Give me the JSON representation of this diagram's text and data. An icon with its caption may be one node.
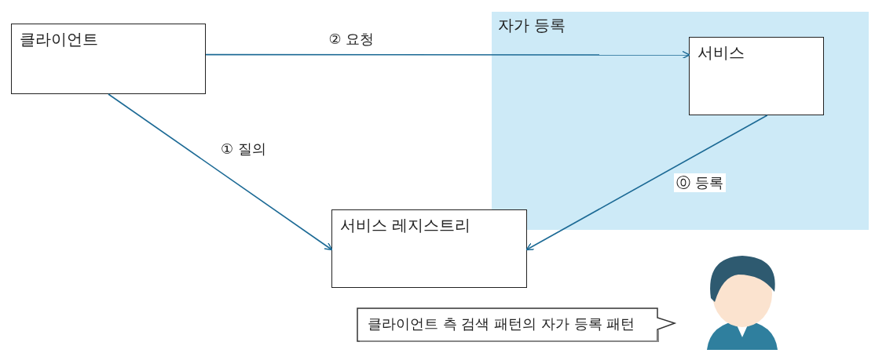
{
  "diagram": {
    "nodes": [
      {
        "text": [
          "자가 등록"
        ]
      },
      {
        "text": [
          "클라이언트"
        ]
      },
      {
        "text": [
          "서비스"
        ],
        "in": 0
      },
      {
        "text": [
          "서비스 레지스트리"
        ]
      },
      {
        "text": [
          "클라이언트 측 검색 패턴의 자가 등록 패턴"
        ]
      }
    ],
    "edges": [
      {
        "from": 1,
        "to": 2,
        "arrow": "to",
        "label": "② 요청"
      },
      {
        "from": 1,
        "to": 3,
        "arrow": "to",
        "label": "① 질의"
      },
      {
        "from": 2,
        "to": 3,
        "arrow": "to",
        "label": "⓪ 등록"
      }
    ]
  }
}
